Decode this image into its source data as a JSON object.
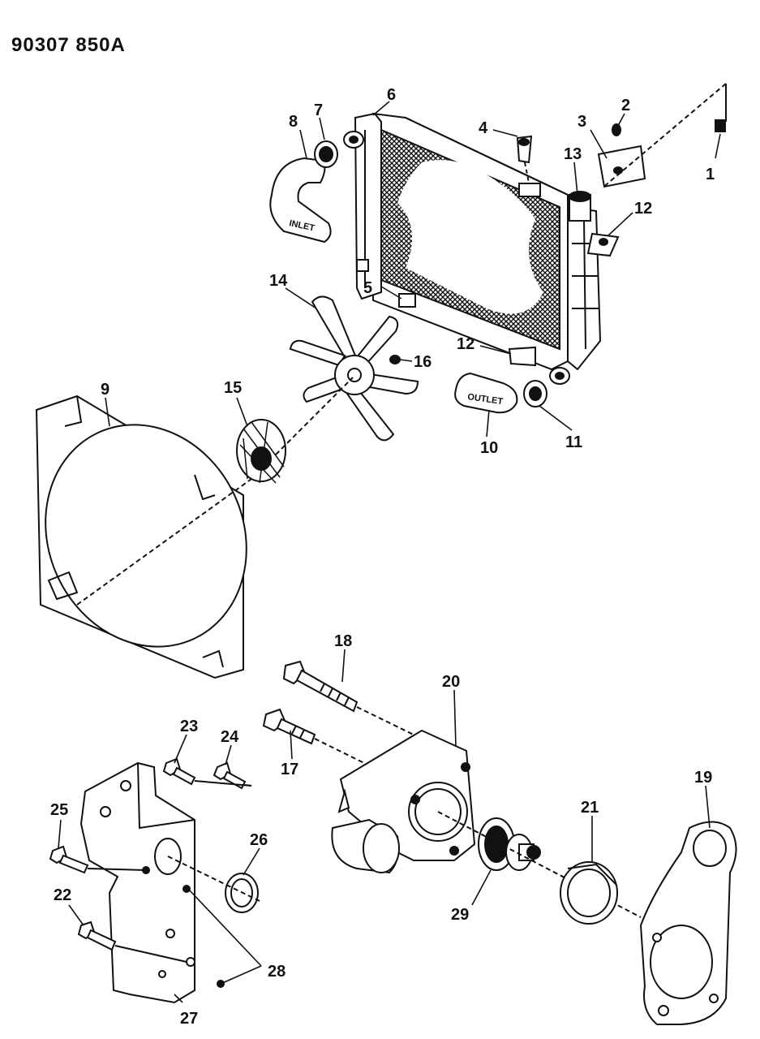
{
  "document": {
    "code": "90307 850A"
  },
  "hose_labels": {
    "inlet": "INLET",
    "outlet": "OUTLET"
  },
  "callouts": [
    {
      "id": "c1",
      "text": "1"
    },
    {
      "id": "c2",
      "text": "2"
    },
    {
      "id": "c3",
      "text": "3"
    },
    {
      "id": "c4",
      "text": "4"
    },
    {
      "id": "c5",
      "text": "5"
    },
    {
      "id": "c6",
      "text": "6"
    },
    {
      "id": "c7",
      "text": "7"
    },
    {
      "id": "c8",
      "text": "8"
    },
    {
      "id": "c9",
      "text": "9"
    },
    {
      "id": "c10",
      "text": "10"
    },
    {
      "id": "c11",
      "text": "11"
    },
    {
      "id": "c12a",
      "text": "12"
    },
    {
      "id": "c12b",
      "text": "12"
    },
    {
      "id": "c13",
      "text": "13"
    },
    {
      "id": "c14",
      "text": "14"
    },
    {
      "id": "c15",
      "text": "15"
    },
    {
      "id": "c16",
      "text": "16"
    },
    {
      "id": "c17",
      "text": "17"
    },
    {
      "id": "c18",
      "text": "18"
    },
    {
      "id": "c19",
      "text": "19"
    },
    {
      "id": "c20",
      "text": "20"
    },
    {
      "id": "c21",
      "text": "21"
    },
    {
      "id": "c22",
      "text": "22"
    },
    {
      "id": "c23",
      "text": "23"
    },
    {
      "id": "c24",
      "text": "24"
    },
    {
      "id": "c25",
      "text": "25"
    },
    {
      "id": "c26",
      "text": "26"
    },
    {
      "id": "c27",
      "text": "27"
    },
    {
      "id": "c28",
      "text": "28"
    },
    {
      "id": "c29",
      "text": "29"
    }
  ]
}
